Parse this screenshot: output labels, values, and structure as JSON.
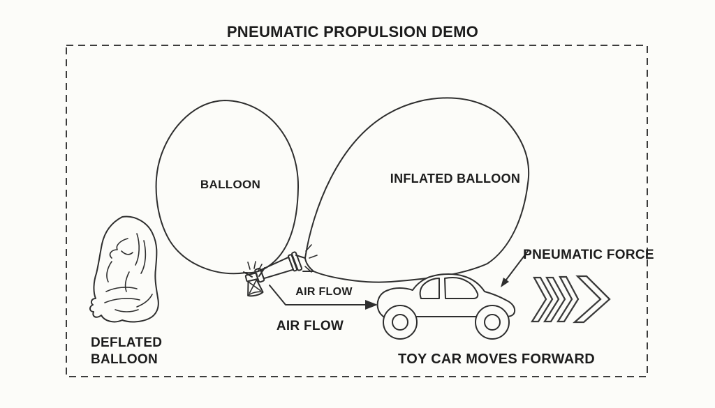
{
  "title": "PNEUMATIC PROPULSION DEMO",
  "labels": {
    "balloon": "BALLOON",
    "inflated_balloon": "INFLATED BALLOON",
    "deflated_balloon_line1": "DEFLATED",
    "deflated_balloon_line2": "BALLOON",
    "air_flow_upper": "AIR FLOW",
    "air_flow_lower": "AIR FLOW",
    "pneumatic_force": "PNEUMATIC FORCE",
    "toy_car_moves_forward": "TOY CAR MOVES FORWARD"
  },
  "colors": {
    "background": "#fcfcf9",
    "line": "#2e2e2e",
    "text": "#1c1c1c",
    "dashed_border": "#3c3c3c"
  },
  "figures": [
    "dashed-frame",
    "balloon-sketch",
    "inflated-balloon-sketch",
    "deflated-balloon-sketch",
    "nozzle-connector-sketch",
    "air-flow-arrow",
    "toy-car-sketch",
    "pneumatic-force-leader-arrow",
    "pneumatic-force-chevrons"
  ]
}
